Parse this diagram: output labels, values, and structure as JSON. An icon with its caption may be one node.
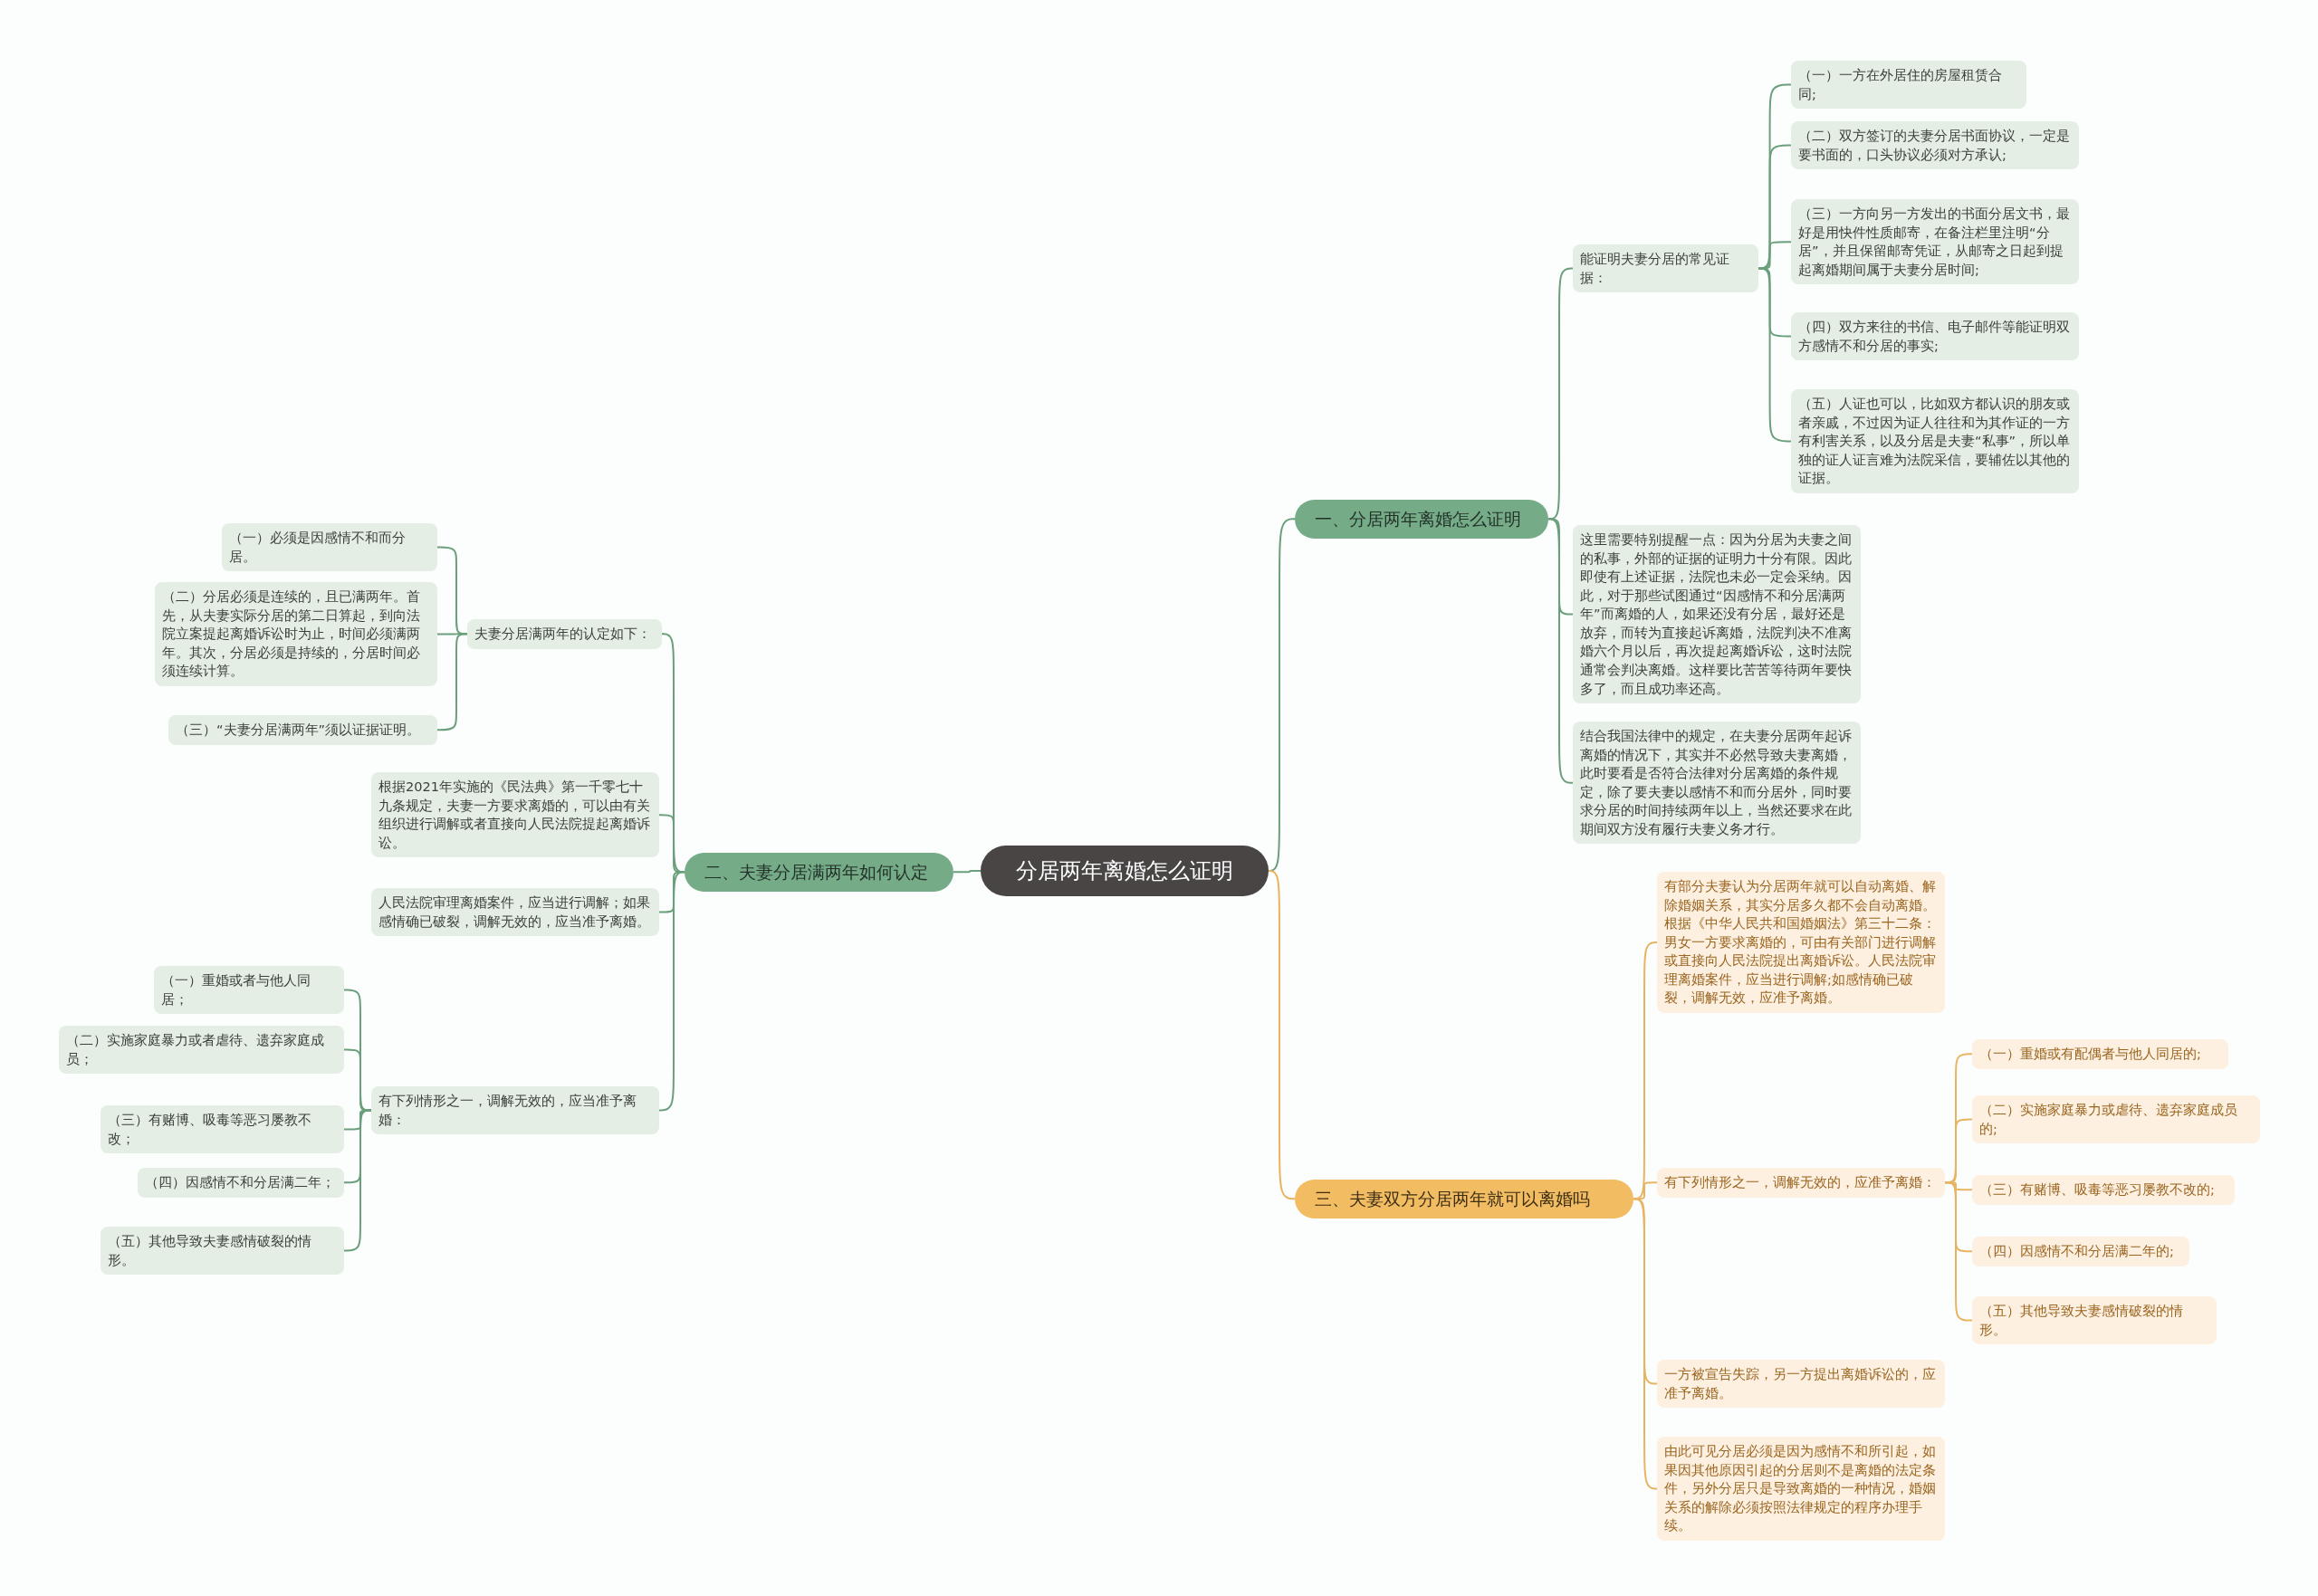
{
  "diagram": {
    "nodes": [
      {
        "text": [
          "分居两年离婚怎么证明"
        ]
      },
      {
        "text": [
          "一、分居两年离婚怎么证明"
        ]
      },
      {
        "text": [
          "能证明夫妻分居的常见证据："
        ]
      },
      {
        "text": [
          "（一）一方在外居住的房屋租赁合同;"
        ]
      },
      {
        "text": [
          "（二）双方签订的夫妻分居书面协议，一定是要书面的，口头协议必须对方承认;"
        ]
      },
      {
        "text": [
          "（三）一方向另一方发出的书面分居文书，最好是用快件性质邮寄，在备注栏里注明“分居”，并且保留邮寄凭证，从邮寄之日起到提起离婚期间属于夫妻分居时间;"
        ]
      },
      {
        "text": [
          "（四）双方来往的书信、电子邮件等能证明双方感情不和分居的事实;"
        ]
      },
      {
        "text": [
          "（五）人证也可以，比如双方都认识的朋友或者亲戚，不过因为证人往往和为其作证的一方有利害关系，以及分居是夫妻“私事”，所以单独的证人证言难为法院采信，要辅佐以其他的证据。"
        ]
      },
      {
        "text": [
          "这里需要特别提醒一点：因为分居为夫妻之间的私事，外部的证据的证明力十分有限。因此即使有上述证据，法院也未必一定会采纳。因此，对于那些试图通过“因感情不和分居满两年”而离婚的人，如果还没有分居，最好还是放弃，而转为直接起诉离婚，法院判决不准离婚六个月以后，再次提起离婚诉讼，这时法院通常会判决离婚。这样要比苦苦等待两年要快多了，而且成功率还高。"
        ]
      },
      {
        "text": [
          "结合我国法律中的规定，在夫妻分居两年起诉离婚的情况下，其实并不必然导致夫妻离婚，此时要看是否符合法律对分居离婚的条件规定，除了要夫妻以感情不和而分居外，同时要求分居的时间持续两年以上，当然还要求在此期间双方没有履行夫妻义务才行。"
        ]
      },
      {
        "text": [
          "二、夫妻分居满两年如何认定"
        ]
      },
      {
        "text": [
          "夫妻分居满两年的认定如下："
        ]
      },
      {
        "text": [
          "（一）必须是因感情不和而分居。"
        ]
      },
      {
        "text": [
          "（二）分居必须是连续的，且已满两年。首先，从夫妻实际分居的第二日算起，到向法院立案提起离婚诉讼时为止，时间必须满两年。其次，分居必须是持续的，分居时间必须连续计算。"
        ]
      },
      {
        "text": [
          "（三）“夫妻分居满两年”须以证据证明。"
        ]
      },
      {
        "text": [
          "根据2021年实施的《民法典》第一千零七十九条规定，夫妻一方要求离婚的，可以由有关组织进行调解或者直接向人民法院提起离婚诉讼。"
        ]
      },
      {
        "text": [
          "人民法院审理离婚案件，应当进行调解；如果感情确已破裂，调解无效的，应当准予离婚。"
        ]
      },
      {
        "text": [
          "有下列情形之一，调解无效的，应当准予离婚："
        ]
      },
      {
        "text": [
          "（一）重婚或者与他人同居；"
        ]
      },
      {
        "text": [
          "（二）实施家庭暴力或者虐待、遗弃家庭成员；"
        ]
      },
      {
        "text": [
          "（三）有赌博、吸毒等恶习屡教不改；"
        ]
      },
      {
        "text": [
          "（四）因感情不和分居满二年；"
        ]
      },
      {
        "text": [
          "（五）其他导致夫妻感情破裂的情形。"
        ]
      },
      {
        "text": [
          "三、夫妻双方分居两年就可以离婚吗"
        ]
      },
      {
        "text": [
          "有部分夫妻认为分居两年就可以自动离婚、解除婚姻关系，其实分居多久都不会自动离婚。根据《中华人民共和国婚姻法》第三十二条：男女一方要求离婚的，可由有关部门进行调解或直接向人民法院提出离婚诉讼。人民法院审理离婚案件，应当进行调解;如感情确已破裂，调解无效，应准予离婚。"
        ]
      },
      {
        "text": [
          "有下列情形之一，调解无效的，应准予离婚："
        ]
      },
      {
        "text": [
          "（一）重婚或有配偶者与他人同居的;"
        ]
      },
      {
        "text": [
          "（二）实施家庭暴力或虐待、遗弃家庭成员的;"
        ]
      },
      {
        "text": [
          "（三）有赌博、吸毒等恶习屡教不改的;"
        ]
      },
      {
        "text": [
          "（四）因感情不和分居满二年的;"
        ]
      },
      {
        "text": [
          "（五）其他导致夫妻感情破裂的情形。"
        ]
      },
      {
        "text": [
          "一方被宣告失踪，另一方提出离婚诉讼的，应准予离婚。"
        ]
      },
      {
        "text": [
          "由此可见分居必须是因为感情不和所引起，如果因其他原因引起的分居则不是离婚的法定条件，另外分居只是导致离婚的一种情况，婚姻关系的解除必须按照法律规定的程序办理手续。"
        ]
      }
    ],
    "edges": [
      {
        "from": 0,
        "to": 1,
        "arrow": "none"
      },
      {
        "from": 1,
        "to": 2,
        "arrow": "none"
      },
      {
        "from": 2,
        "to": 3,
        "arrow": "none"
      },
      {
        "from": 2,
        "to": 4,
        "arrow": "none"
      },
      {
        "from": 2,
        "to": 5,
        "arrow": "none"
      },
      {
        "from": 2,
        "to": 6,
        "arrow": "none"
      },
      {
        "from": 2,
        "to": 7,
        "arrow": "none"
      },
      {
        "from": 1,
        "to": 8,
        "arrow": "none"
      },
      {
        "from": 1,
        "to": 9,
        "arrow": "none"
      },
      {
        "from": 0,
        "to": 10,
        "arrow": "none"
      },
      {
        "from": 10,
        "to": 11,
        "arrow": "none"
      },
      {
        "from": 11,
        "to": 12,
        "arrow": "none"
      },
      {
        "from": 11,
        "to": 13,
        "arrow": "none"
      },
      {
        "from": 11,
        "to": 14,
        "arrow": "none"
      },
      {
        "from": 10,
        "to": 15,
        "arrow": "none"
      },
      {
        "from": 10,
        "to": 16,
        "arrow": "none"
      },
      {
        "from": 10,
        "to": 17,
        "arrow": "none"
      },
      {
        "from": 17,
        "to": 18,
        "arrow": "none"
      },
      {
        "from": 17,
        "to": 19,
        "arrow": "none"
      },
      {
        "from": 17,
        "to": 20,
        "arrow": "none"
      },
      {
        "from": 17,
        "to": 21,
        "arrow": "none"
      },
      {
        "from": 17,
        "to": 22,
        "arrow": "none"
      },
      {
        "from": 0,
        "to": 23,
        "arrow": "none",
        "color": "#e8b462"
      },
      {
        "from": 23,
        "to": 24,
        "arrow": "none",
        "color": "#e8b462"
      },
      {
        "from": 23,
        "to": 25,
        "arrow": "none",
        "color": "#e8b462"
      },
      {
        "from": 25,
        "to": 26,
        "arrow": "none",
        "color": "#e8b462"
      },
      {
        "from": 25,
        "to": 27,
        "arrow": "none",
        "color": "#e8b462"
      },
      {
        "from": 25,
        "to": 28,
        "arrow": "none",
        "color": "#e8b462"
      },
      {
        "from": 25,
        "to": 29,
        "arrow": "none",
        "color": "#e8b462"
      },
      {
        "from": 25,
        "to": 30,
        "arrow": "none",
        "color": "#e8b462"
      },
      {
        "from": 23,
        "to": 31,
        "arrow": "none",
        "color": "#e8b462"
      },
      {
        "from": 23,
        "to": 32,
        "arrow": "none",
        "color": "#e8b462"
      }
    ]
  }
}
